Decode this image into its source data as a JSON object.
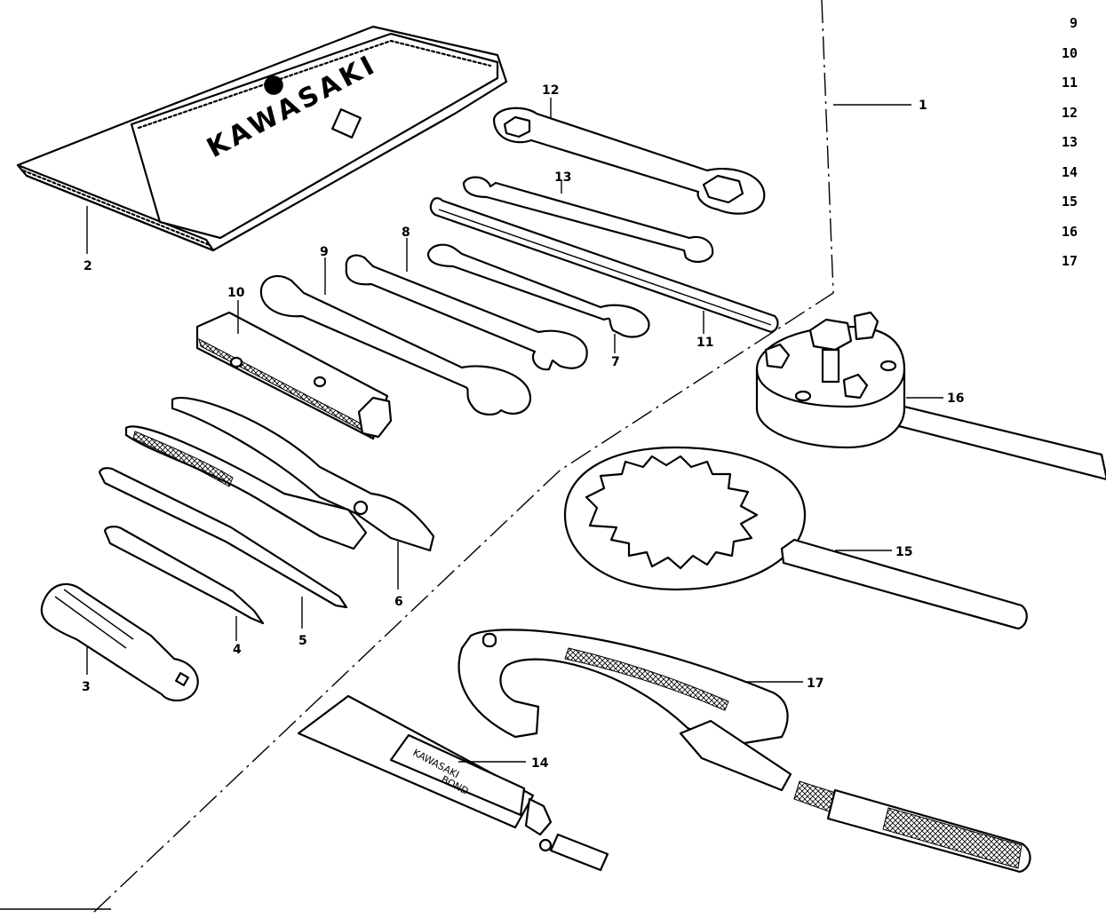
{
  "figure": {
    "callouts": {
      "c1": "1",
      "c2": "2",
      "c3": "3",
      "c4": "4",
      "c5": "5",
      "c6": "6",
      "c7": "7",
      "c8": "8",
      "c9": "9",
      "c10": "10",
      "c11": "11",
      "c12": "12",
      "c13": "13",
      "c14": "14",
      "c15": "15",
      "c16": "16",
      "c17": "17"
    },
    "bag_brand": "KAWASAKI",
    "tube_brand_line1": "KAWASAKI",
    "tube_brand_line2": "BOND"
  },
  "legend": {
    "items": [
      "9",
      "10",
      "11",
      "12",
      "13",
      "14",
      "15",
      "16",
      "17"
    ]
  }
}
